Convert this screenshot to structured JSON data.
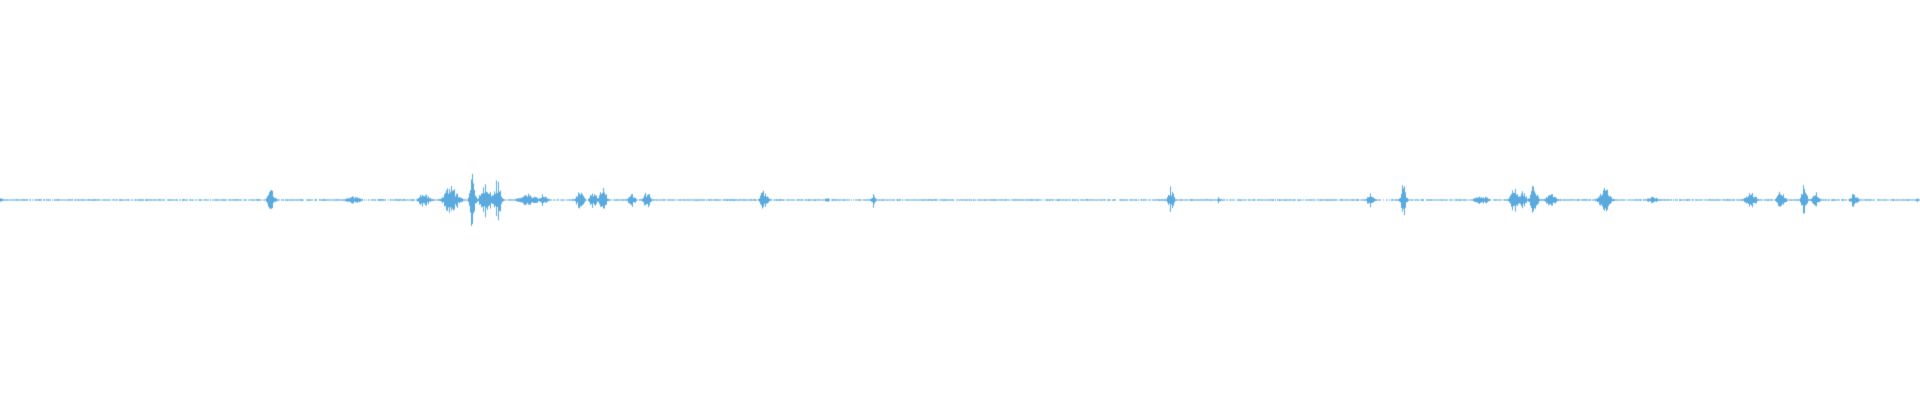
{
  "waveform": {
    "color": "#5aaadf",
    "background": "#ffffff",
    "samples_shown": 1920,
    "amplitude_range": [
      -1.0,
      1.0
    ],
    "baseline_amplitude": 0.004,
    "events": [
      {
        "t": 0.0,
        "a": 0.01,
        "w": 0.004
      },
      {
        "t": 0.141,
        "a": 0.07,
        "w": 0.002
      },
      {
        "t": 0.184,
        "a": 0.025,
        "w": 0.004
      },
      {
        "t": 0.221,
        "a": 0.045,
        "w": 0.003
      },
      {
        "t": 0.235,
        "a": 0.085,
        "w": 0.004
      },
      {
        "t": 0.246,
        "a": 0.16,
        "w": 0.0015
      },
      {
        "t": 0.253,
        "a": 0.11,
        "w": 0.003
      },
      {
        "t": 0.259,
        "a": 0.12,
        "w": 0.002
      },
      {
        "t": 0.275,
        "a": 0.04,
        "w": 0.005
      },
      {
        "t": 0.283,
        "a": 0.035,
        "w": 0.002
      },
      {
        "t": 0.302,
        "a": 0.065,
        "w": 0.002
      },
      {
        "t": 0.309,
        "a": 0.05,
        "w": 0.002
      },
      {
        "t": 0.314,
        "a": 0.07,
        "w": 0.002
      },
      {
        "t": 0.329,
        "a": 0.04,
        "w": 0.002
      },
      {
        "t": 0.337,
        "a": 0.045,
        "w": 0.002
      },
      {
        "t": 0.398,
        "a": 0.07,
        "w": 0.002
      },
      {
        "t": 0.431,
        "a": 0.025,
        "w": 0.001
      },
      {
        "t": 0.455,
        "a": 0.05,
        "w": 0.001
      },
      {
        "t": 0.61,
        "a": 0.075,
        "w": 0.0015
      },
      {
        "t": 0.635,
        "a": 0.02,
        "w": 0.001
      },
      {
        "t": 0.714,
        "a": 0.045,
        "w": 0.002
      },
      {
        "t": 0.731,
        "a": 0.1,
        "w": 0.0015
      },
      {
        "t": 0.772,
        "a": 0.025,
        "w": 0.004
      },
      {
        "t": 0.789,
        "a": 0.09,
        "w": 0.002
      },
      {
        "t": 0.793,
        "a": 0.07,
        "w": 0.002
      },
      {
        "t": 0.799,
        "a": 0.09,
        "w": 0.002
      },
      {
        "t": 0.808,
        "a": 0.04,
        "w": 0.003
      },
      {
        "t": 0.836,
        "a": 0.08,
        "w": 0.003
      },
      {
        "t": 0.861,
        "a": 0.02,
        "w": 0.003
      },
      {
        "t": 0.912,
        "a": 0.05,
        "w": 0.003
      },
      {
        "t": 0.928,
        "a": 0.08,
        "w": 0.002
      },
      {
        "t": 0.94,
        "a": 0.1,
        "w": 0.0015
      },
      {
        "t": 0.946,
        "a": 0.05,
        "w": 0.002
      },
      {
        "t": 0.966,
        "a": 0.04,
        "w": 0.002
      },
      {
        "t": 0.999,
        "a": 0.015,
        "w": 0.001
      }
    ]
  }
}
